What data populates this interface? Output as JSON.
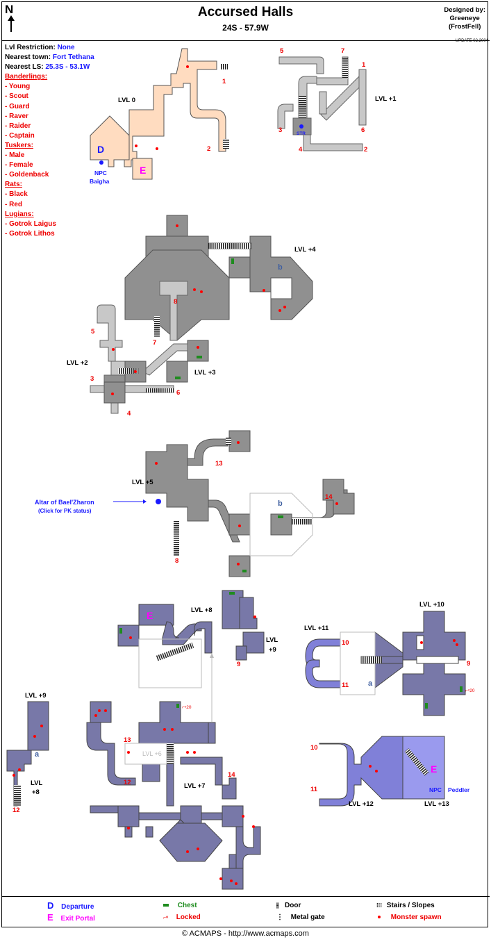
{
  "header": {
    "title": "Accursed Halls",
    "coords": "24S - 57.9W",
    "designer_line1": "Designed by:",
    "designer_line2": "Greeneye",
    "designer_line3": "(FrostFell)",
    "update": "UPDATE 02.2004",
    "north": "N"
  },
  "info": {
    "lvl_restriction_label": "Lvl Restriction:",
    "lvl_restriction_value": "None",
    "nearest_town_label": "Nearest town:",
    "nearest_town_value": "Fort Tethana",
    "nearest_ls_label": "Nearest LS:",
    "nearest_ls_value": "25.3S - 53.1W"
  },
  "monsters": [
    {
      "heading": "Banderlings:",
      "items": [
        "- Young",
        "- Scout",
        "- Guard",
        "- Raver",
        "- Raider",
        "- Captain"
      ]
    },
    {
      "heading": "Tuskers:",
      "items": [
        "- Male",
        "- Female",
        "- Goldenback"
      ]
    },
    {
      "heading": "Rats:",
      "items": [
        "- Black",
        "- Red"
      ]
    },
    {
      "heading": "Lugians:",
      "items": [
        "- Gotrok Laigus",
        "- Gotrok Lithos"
      ]
    }
  ],
  "map_labels": {
    "lvl0": "LVL 0",
    "lvl1": "LVL +1",
    "lvl2": "LVL +2",
    "lvl3": "LVL +3",
    "lvl4": "LVL +4",
    "lvl5": "LVL +5",
    "lvl6": "LVL +6",
    "lvl7": "LVL +7",
    "lvl8": "LVL +8",
    "lvl9": "LVL",
    "lvl9b": "+9",
    "lvl9c": "LVL +9",
    "lvl8b": "LVL",
    "lvl8c": "+8",
    "lvl10": "LVL +10",
    "lvl11": "LVL +11",
    "lvl12": "LVL +12",
    "lvl13": "LVL +13",
    "npc": "NPC",
    "baigha": "Baigha",
    "str": "STR",
    "altar_line1": "Altar of Bael'Zharon",
    "altar_line2": "(Click for PK status)",
    "npc2": "NPC",
    "peddler": "Peddler",
    "d": "D",
    "e": "E",
    "b": "b",
    "a": "a",
    "locked20": "20"
  },
  "legend": {
    "departure_key": "D",
    "departure": "Departure",
    "exit_key": "E",
    "exit": "Exit Portal",
    "chest": "Chest",
    "locked": "Locked",
    "door": "Door",
    "metal_gate": "Metal gate",
    "stairs": "Stairs / Slopes",
    "spawn": "Monster spawn"
  },
  "footer": "© ACMAPS - http://www.acmaps.com",
  "colors": {
    "lvl0_fill": "#ffdcc0",
    "lvl1_fill": "#c8c8c8",
    "mid_fill": "#909090",
    "light_fill": "#c8c8c8",
    "lower_fill": "#7878a8",
    "upper_fill": "#8080d8",
    "spawn": "#ff0000",
    "chest": "#1e8c1e",
    "departure": "#1a1aff",
    "exit": "#ff00ff",
    "red_text": "#ee0000"
  }
}
